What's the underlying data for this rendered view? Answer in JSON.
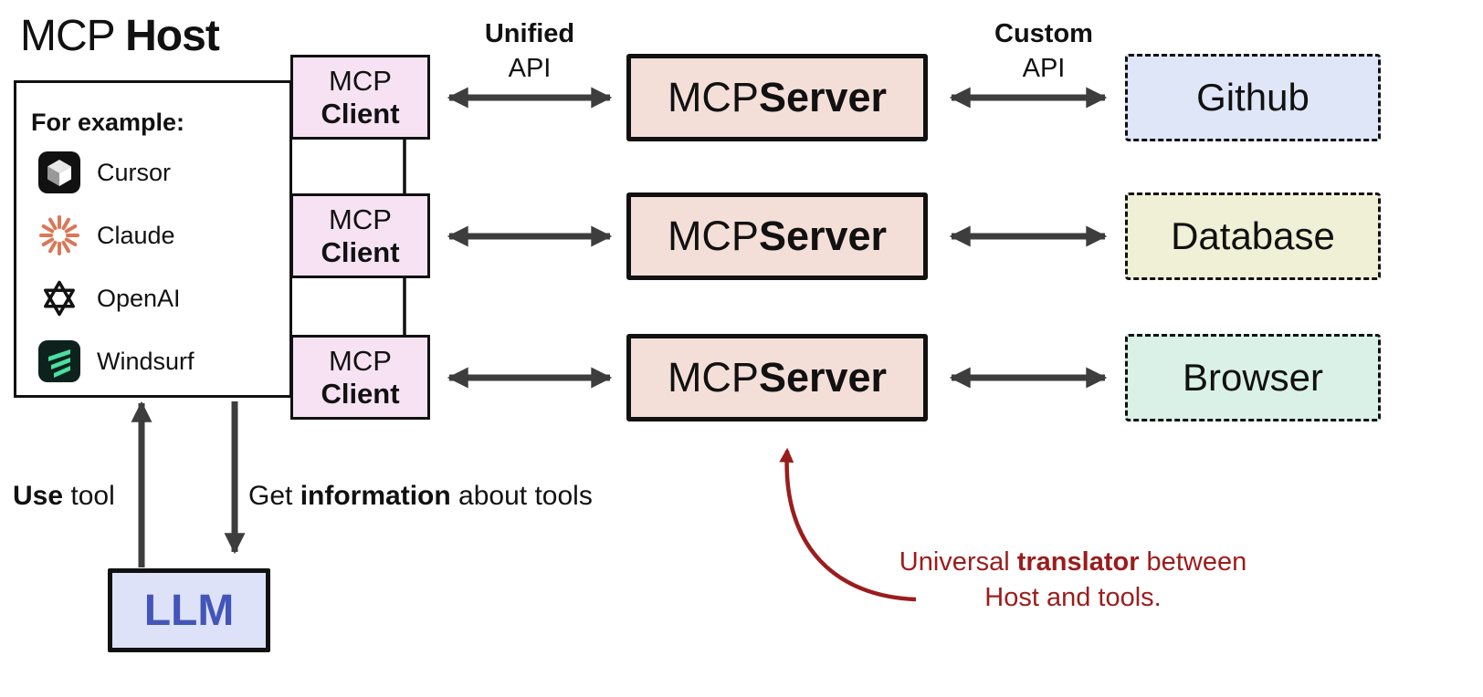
{
  "title": {
    "normal": "MCP ",
    "bold": "Host"
  },
  "host": {
    "for_example": "For example:",
    "apps": [
      {
        "label": "Cursor",
        "icon": "cursor-icon"
      },
      {
        "label": "Claude",
        "icon": "claude-icon"
      },
      {
        "label": "OpenAI",
        "icon": "openai-icon"
      },
      {
        "label": "Windsurf",
        "icon": "windsurf-icon"
      }
    ]
  },
  "client": {
    "line1": "MCP",
    "line2": "Client"
  },
  "server": {
    "normal": "MCP ",
    "bold": "Server"
  },
  "tools": [
    {
      "label": "Github"
    },
    {
      "label": "Database"
    },
    {
      "label": "Browser"
    }
  ],
  "api_labels": {
    "unified_top": "Unified",
    "unified_bottom": "API",
    "custom_top": "Custom",
    "custom_bottom": "API"
  },
  "llm_label": "LLM",
  "flow_labels": {
    "use_bold": "Use",
    "use_rest": " tool",
    "get_pre": "Get ",
    "get_bold": "information",
    "get_post": " about tools"
  },
  "annotation": {
    "line1_pre": "Universal ",
    "line1_bold": "translator",
    "line1_post": " between",
    "line2": "Host and tools."
  },
  "colors": {
    "client_fill": "#f7e2f3",
    "server_fill": "#f4ded8",
    "github_fill": "#dfe6f7",
    "database_fill": "#f0f0d6",
    "browser_fill": "#d9f1e6",
    "llm_fill": "#dde2f8",
    "llm_text": "#4355b9",
    "arrow_gray": "#3d3d3d",
    "annotation_red": "#9b1c1c"
  }
}
